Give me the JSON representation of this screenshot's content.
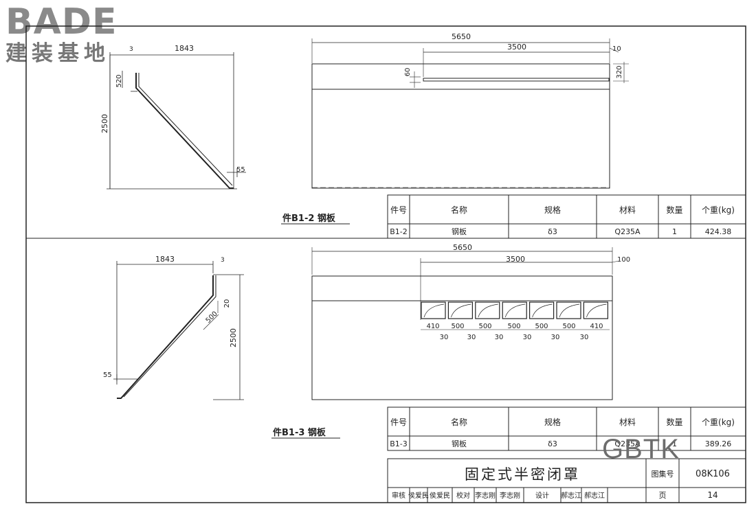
{
  "logo": {
    "brand": "BADE",
    "subtitle": "建装基地"
  },
  "watermark": "GBTK",
  "part1": {
    "label": "件B1-2 钢板",
    "profile_dims": {
      "width": "1843",
      "top_offset": "3",
      "top_leg": "520",
      "height": "2500",
      "bottom": "55"
    },
    "plan_dims": {
      "overall": "5650",
      "slot": "3500",
      "end": "10",
      "slot_width": "60",
      "band": "320"
    },
    "table": {
      "headers": [
        "件号",
        "名称",
        "规格",
        "材料",
        "数量",
        "个重(kg)"
      ],
      "row": [
        "B1-2",
        "钢板",
        "δ3",
        "Q235A",
        "1",
        "424.38"
      ]
    }
  },
  "part2": {
    "label": "件B1-3 钢板",
    "profile_dims": {
      "width": "1843",
      "top_offset": "3",
      "top_leg": "20",
      "diag": "500",
      "height": "2500",
      "bottom": "55"
    },
    "plan_dims": {
      "overall": "5650",
      "cutout": "3500",
      "end": "100",
      "bottom_spans": [
        "410",
        "500",
        "500",
        "500",
        "500",
        "500",
        "410"
      ],
      "gaps": [
        "30",
        "30",
        "30",
        "30",
        "30",
        "30"
      ]
    },
    "table": {
      "headers": [
        "件号",
        "名称",
        "规格",
        "材料",
        "数量",
        "个重(kg)"
      ],
      "row": [
        "B1-3",
        "钢板",
        "δ3",
        "Q235A",
        "1",
        "389.26"
      ]
    }
  },
  "title_block": {
    "title": "固定式半密闭罩",
    "atlas_label": "图集号",
    "atlas_no": "08K106",
    "page_label": "页",
    "page_no": "14",
    "signoffs": [
      "审核",
      "侯爱民",
      "侯爱民",
      "校对",
      "李志刚",
      "李志刚",
      "设计",
      "郝志江",
      "郝志江"
    ]
  }
}
